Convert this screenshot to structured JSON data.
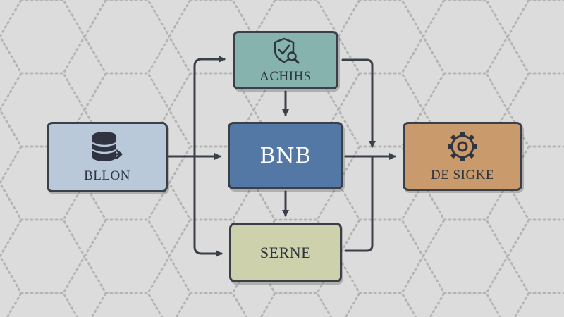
{
  "nodes": {
    "bllon": {
      "label": "BLLON",
      "icon": "database-arrow-icon",
      "color": "#b9c9da"
    },
    "achihs": {
      "label": "ACHIHS",
      "icon": "shield-search-icon",
      "color": "#86b3ae"
    },
    "bnb": {
      "label": "BNB",
      "color": "#5478a6"
    },
    "serne": {
      "label": "SERNE",
      "color": "#cdd2ad"
    },
    "desigke": {
      "label": "DE SIGKE",
      "icon": "gear-icon",
      "color": "#c99a6c"
    }
  },
  "edges": [
    {
      "from": "bllon",
      "to": "bnb"
    },
    {
      "from": "bllon",
      "to": "achihs"
    },
    {
      "from": "bllon",
      "to": "serne"
    },
    {
      "from": "achihs",
      "to": "bnb"
    },
    {
      "from": "bnb",
      "to": "serne"
    },
    {
      "from": "bnb",
      "to": "desigke"
    },
    {
      "from": "achihs",
      "to": "desigke"
    },
    {
      "from": "serne",
      "to": "desigke"
    }
  ],
  "colors": {
    "line": "#3b4048",
    "background": "#dcdcdc"
  }
}
